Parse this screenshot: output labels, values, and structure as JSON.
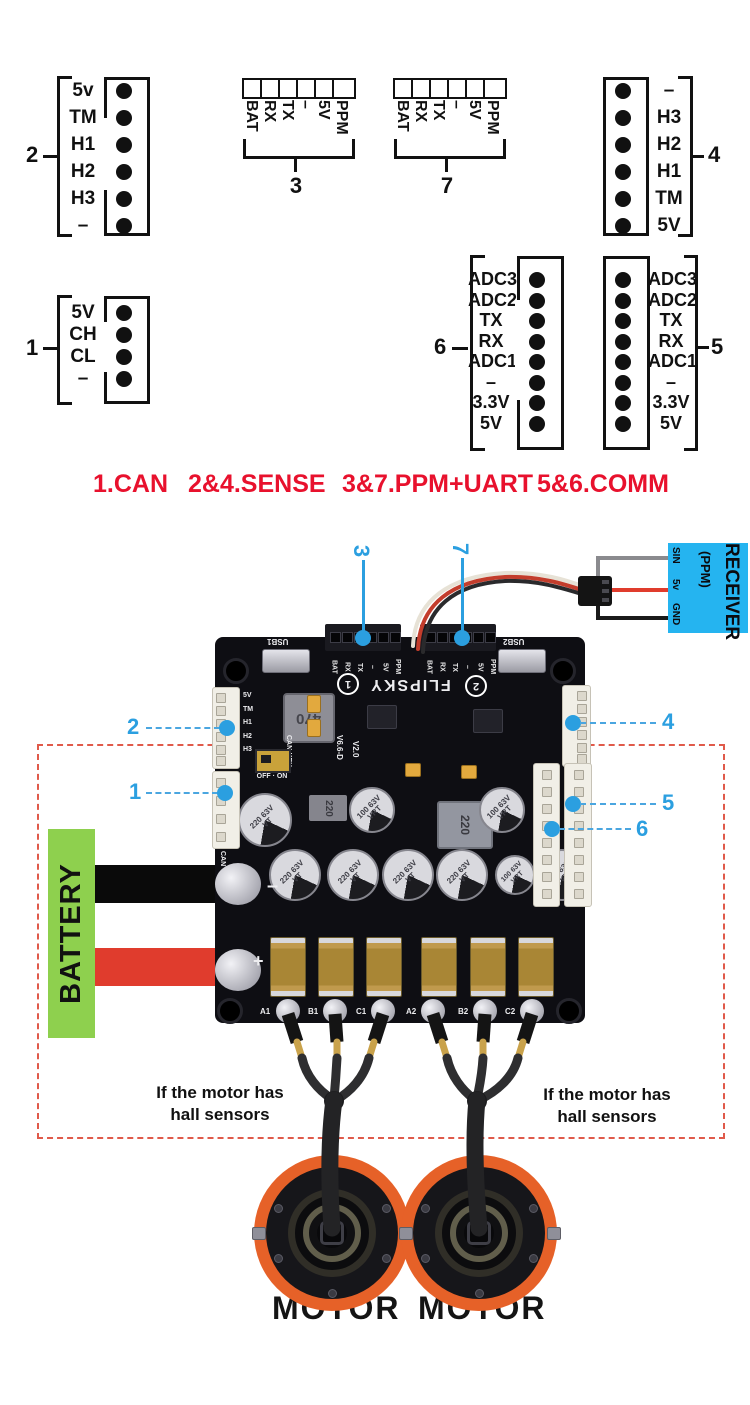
{
  "pinouts": {
    "conn1": {
      "number": "1",
      "pins": [
        "5V",
        "CH",
        "CL",
        "–"
      ]
    },
    "conn2": {
      "number": "2",
      "pins": [
        "5v",
        "TM",
        "H1",
        "H2",
        "H3",
        "–"
      ]
    },
    "conn3": {
      "number": "3",
      "pins": [
        "BAT",
        "RX",
        "TX",
        "–",
        "5V",
        "PPM"
      ]
    },
    "conn4": {
      "number": "4",
      "pins": [
        "–",
        "H3",
        "H2",
        "H1",
        "TM",
        "5V"
      ]
    },
    "conn5": {
      "number": "5",
      "pins": [
        "ADC3",
        "ADC2",
        "TX",
        "RX",
        "ADC1",
        "–",
        "3.3V",
        "5V"
      ]
    },
    "conn6": {
      "number": "6",
      "pins": [
        "ADC3",
        "ADC2",
        "TX",
        "RX",
        "ADC1",
        "–",
        "3.3V",
        "5V"
      ]
    },
    "conn7": {
      "number": "7",
      "pins": [
        "BAT",
        "RX",
        "TX",
        "–",
        "5V",
        "PPM"
      ]
    }
  },
  "legend": {
    "items": [
      "1.CAN",
      "2&4.SENSE",
      "3&7.PPM+UART",
      "5&6.COMM"
    ]
  },
  "callouts": {
    "n1": "1",
    "n2": "2",
    "n3": "3",
    "n4": "4",
    "n5": "5",
    "n6": "6",
    "n7": "7"
  },
  "receiver": {
    "title": "RECEIVER",
    "subtitle": "(PPM)",
    "pin_sin": "SIN",
    "pin_5v": "5v",
    "pin_gnd": "GND"
  },
  "battery": {
    "label": "BATTERY"
  },
  "board": {
    "brand": "FLIPSKY",
    "usb1": "USB1",
    "usb2": "USB2",
    "circle1": "1",
    "circle2": "2",
    "header_pins": [
      "BAT",
      "RX",
      "TX",
      "–",
      "5V",
      "PPM"
    ],
    "side_pins_left": [
      "5V",
      "TM",
      "H1",
      "H2",
      "H3"
    ],
    "can_label": "CAN",
    "can_key": "CAN-KEY",
    "switch_label": "OFF · ON",
    "version_a": "V6.6-D",
    "version_b": "V2.0",
    "inductor": "470",
    "res": "220",
    "cap_220": "220 63V VT",
    "cap_100": "100 63V VRT",
    "pads": [
      "A1",
      "B1",
      "C1",
      "A2",
      "B2",
      "C2"
    ],
    "minus": "–",
    "plus": "+"
  },
  "notes": {
    "line1": "If the motor has",
    "line2": "hall  sensors"
  },
  "motors": {
    "left": "MOTOR",
    "right": "MOTOR"
  },
  "colors": {
    "legend_red": "#e8112d",
    "callout_blue": "#2b9fe0",
    "receiver_blue": "#25b4f0",
    "battery_green": "#8ed04e",
    "dashed_red": "#e05a4a",
    "wire_red": "#e03c2d",
    "motor_orange": "#e66128"
  }
}
